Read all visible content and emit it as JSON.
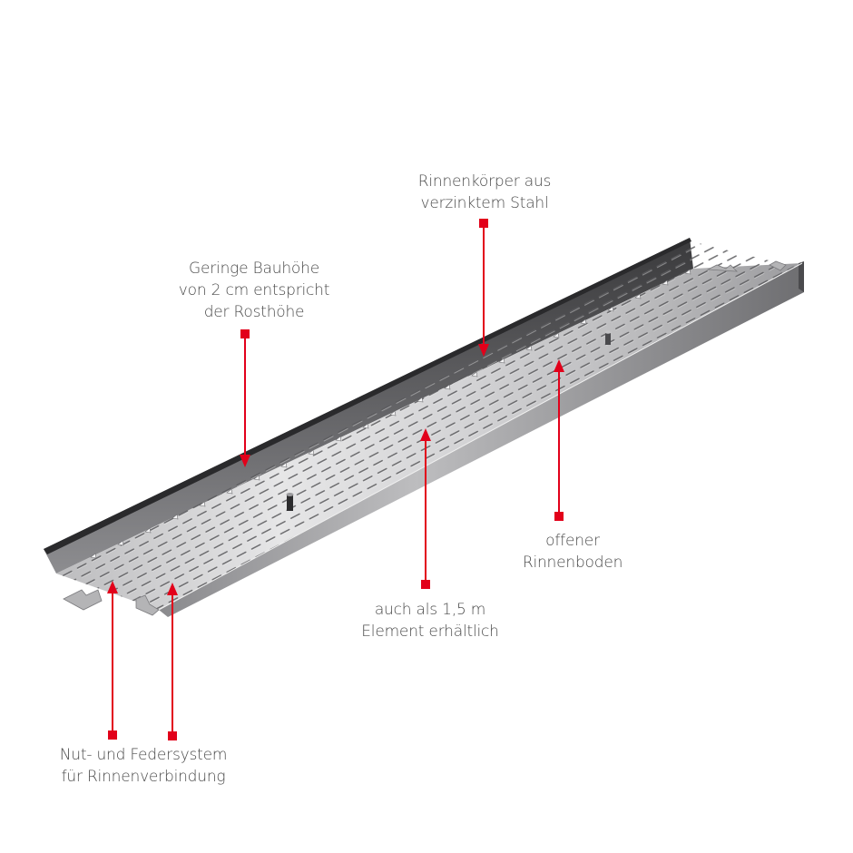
{
  "diagram": {
    "subject": "Perforated galvanized steel drainage channel (Rinne) with grate-height profile",
    "accent_color": "#e2001a",
    "text_color": "#4a4a4a",
    "callouts": [
      {
        "id": "rinnenkoerper",
        "lines": [
          "Rinnenkörper aus",
          "verzinktem Stahl"
        ]
      },
      {
        "id": "bauhoehe",
        "lines": [
          "Geringe Bauhöhe",
          "von 2 cm entspricht",
          "der Rosthöhe"
        ]
      },
      {
        "id": "rinnenboden",
        "lines": [
          "offener",
          "Rinnenboden"
        ]
      },
      {
        "id": "element",
        "lines": [
          "auch als 1,5 m",
          "Element erhältlich"
        ]
      },
      {
        "id": "nutfeder",
        "lines": [
          "Nut- und Federsystem",
          "für Rinnenverbindung"
        ]
      }
    ]
  }
}
